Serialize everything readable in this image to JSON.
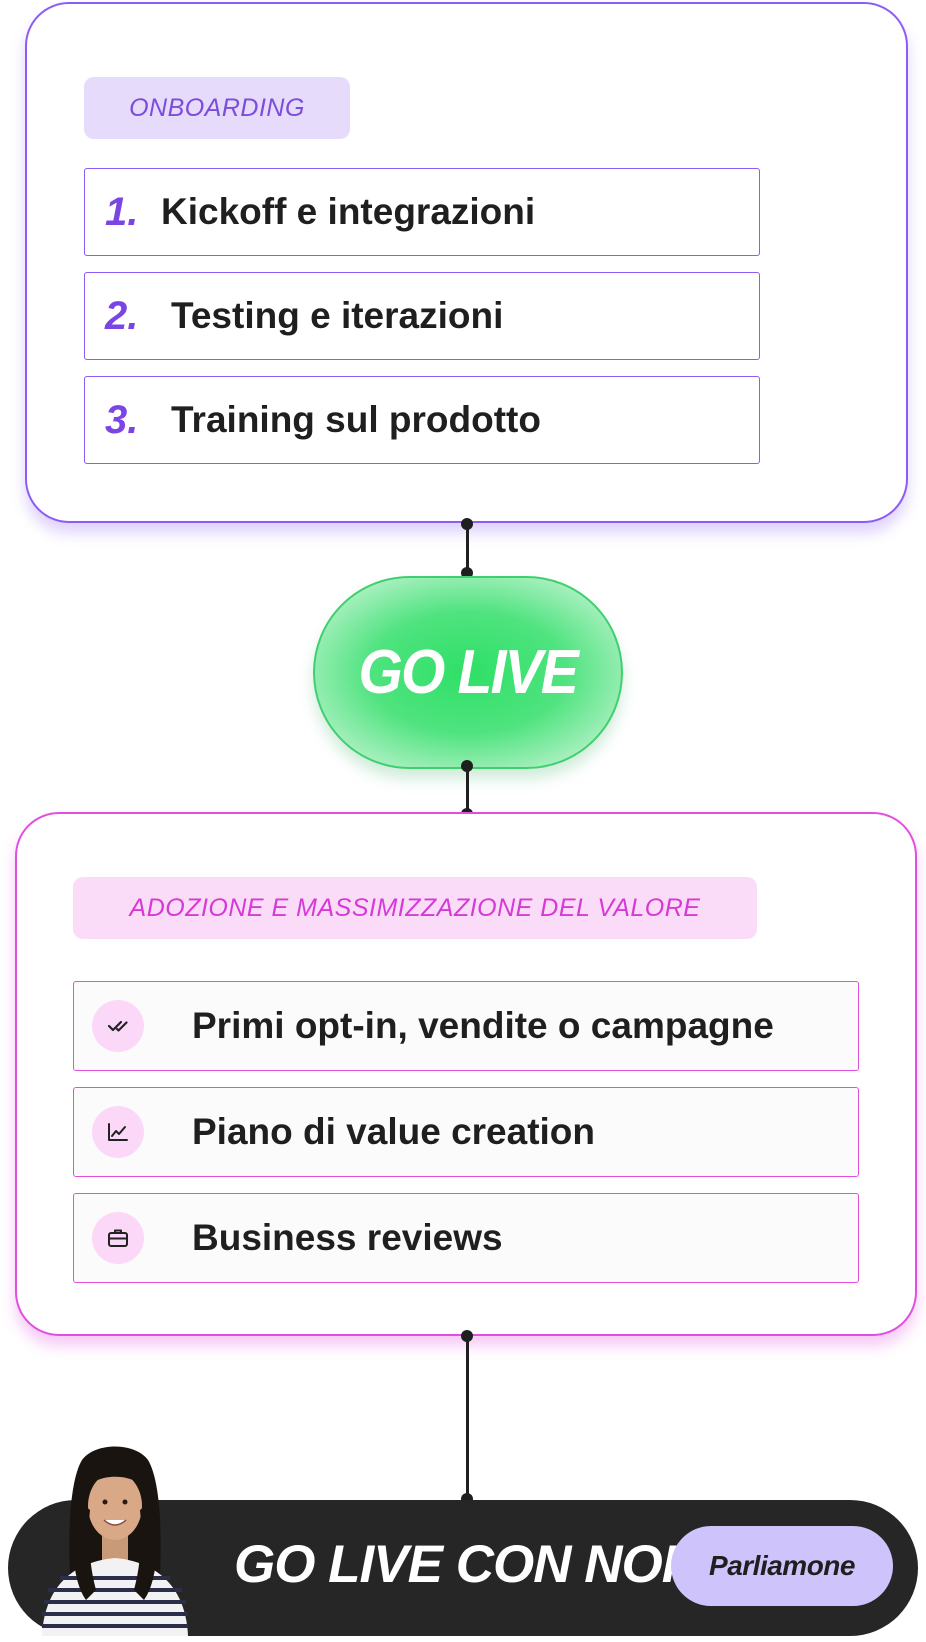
{
  "onboarding": {
    "label": "ONBOARDING",
    "items": [
      {
        "number": "1.",
        "label": "Kickoff e integrazioni"
      },
      {
        "number": "2.",
        "label": "Testing e iterazioni"
      },
      {
        "number": "3.",
        "label": "Training sul prodotto"
      }
    ]
  },
  "go_live": {
    "label": "GO LIVE"
  },
  "adoption": {
    "label": "ADOZIONE E MASSIMIZZAZIONE DEL VALORE",
    "items": [
      {
        "icon": "double-check-icon",
        "label": "Primi opt-in, vendite o campagne"
      },
      {
        "icon": "chart-line-icon",
        "label": "Piano di value creation"
      },
      {
        "icon": "briefcase-icon",
        "label": "Business reviews"
      }
    ]
  },
  "cta": {
    "title": "GO LIVE CON NOI",
    "button_label": "Parliamone"
  },
  "colors": {
    "purple": "#8b5cf6",
    "magenta": "#e14fe0",
    "green": "#2ee066",
    "dark": "#262626",
    "button": "#cfc3fb"
  }
}
